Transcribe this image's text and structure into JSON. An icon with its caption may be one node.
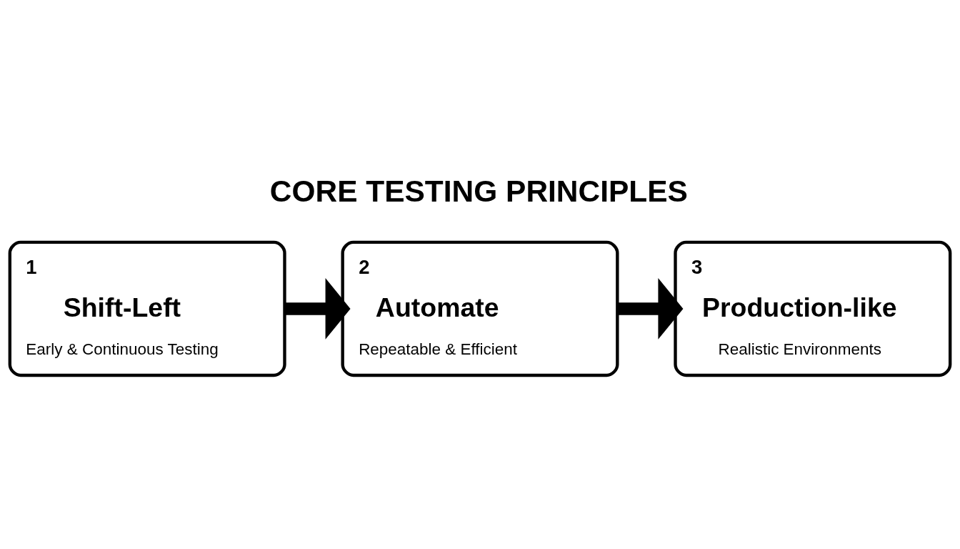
{
  "diagram": {
    "title": "CORE TESTING PRINCIPLES",
    "nodes": [
      {
        "text": [
          "1",
          "Shift-Left",
          "Early & Continuous Testing"
        ]
      },
      {
        "text": [
          "2",
          "Automate",
          "Repeatable & Efficient"
        ]
      },
      {
        "text": [
          "3",
          "Production-like",
          "Realistic Environments"
        ]
      }
    ],
    "edges": [
      {
        "from": 0,
        "to": 1,
        "arrow": "to"
      },
      {
        "from": 1,
        "to": 2,
        "arrow": "to"
      }
    ]
  }
}
